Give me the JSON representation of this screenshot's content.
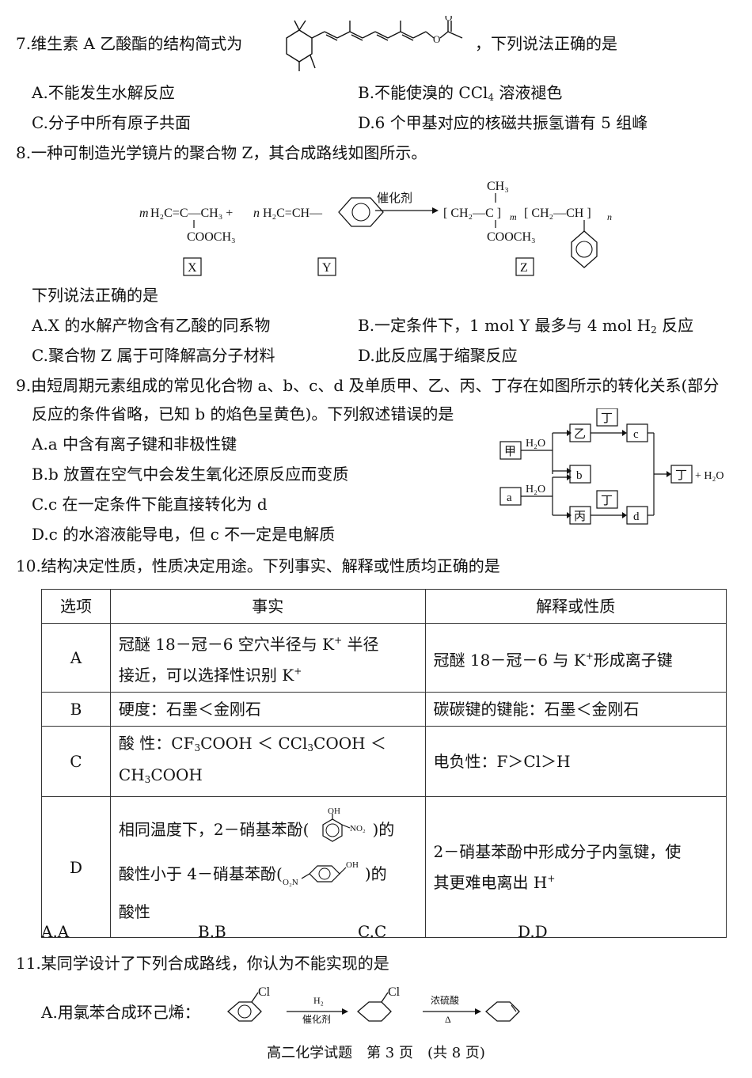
{
  "q7": {
    "stem_a": "7.维生素 A 乙酸酯的结构简式为",
    "stem_b": "，下列说法正确的是",
    "structure_label": "vitamin-A-acetate-structure",
    "a": "A.不能发生水解反应",
    "b_pre": "B.不能使溴的 CCl",
    "b_sub": "4",
    "b_post": " 溶液褪色",
    "c": "C.分子中所有原子共面",
    "d": "D.6 个甲基对应的核磁共振氢谱有 5 组峰"
  },
  "q8": {
    "stem": "8.一种可制造光学镜片的聚合物 Z，其合成路线如图所示。",
    "scheme": {
      "m": "m",
      "n": "n",
      "x_main": "H₂C=C—CH₃ +",
      "x_sub": "COOCH₃",
      "y_main": "H₂C=CH—",
      "catalyst": "催化剂",
      "z_left": "[ CH₂—C ]",
      "z_ch3": "CH₃",
      "z_cooch3": "COOCH₃",
      "z_right": "[ CH₂—CH ]",
      "label_x": "X",
      "label_y": "Y",
      "label_z": "Z"
    },
    "prompt": "下列说法正确的是",
    "a": "A.X 的水解产物含有乙酸的同系物",
    "b_pre": "B.一定条件下，1 mol Y 最多与 4 mol H",
    "b_sub": "2",
    "b_post": " 反应",
    "c": "C.聚合物 Z 属于可降解高分子材料",
    "d": "D.此反应属于缩聚反应"
  },
  "q9": {
    "stem1": "9.由短周期元素组成的常见化合物 a、b、c、d 及单质甲、乙、丙、丁存在如图所示的转化关系(部分",
    "stem2": "反应的条件省略，已知 b 的焰色呈黄色)。下列叙述错误的是",
    "a": "A.a 中含有离子键和非极性键",
    "b": "B.b 放置在空气中会发生氧化还原反应而变质",
    "c": "C.c 在一定条件下能直接转化为 d",
    "d": "D.c 的水溶液能导电，但 c 不一定是电解质",
    "diagram": {
      "jia": "甲",
      "a": "a",
      "h2o_1": "H₂O",
      "h2o_2": "H₂O",
      "yi": "乙",
      "bing": "丙",
      "b": "b",
      "c": "c",
      "d": "d",
      "ding1": "丁",
      "ding2": "丁",
      "ding3": "丁",
      "plus_h2o": "+ H₂O"
    }
  },
  "q10": {
    "stem": "10.结构决定性质，性质决定用途。下列事实、解释或性质均正确的是",
    "headers": [
      "选项",
      "事实",
      "解释或性质"
    ],
    "rows": [
      {
        "opt": "A",
        "fact1": "冠醚 18－冠－6 空穴半径与 K",
        "fact1_sup": "+",
        "fact1_post": " 半径",
        "fact2": "接近，可以选择性识别 K",
        "fact2_sup": "+",
        "exp_pre": "冠醚 18－冠－6 与 K",
        "exp_sup": "+",
        "exp_post": "形成离子键"
      },
      {
        "opt": "B",
        "fact": "硬度：石墨＜金刚石",
        "exp": "碳碳键的键能：石墨＜金刚石"
      },
      {
        "opt": "C",
        "fact1_a": "酸 性：CF",
        "fact1_s1": "3",
        "fact1_b": "COOH ＜ CCl",
        "fact1_s2": "3",
        "fact1_c": "COOH ＜",
        "fact2_a": "CH",
        "fact2_s": "3",
        "fact2_b": "COOH",
        "exp": "电负性：F＞Cl＞H"
      },
      {
        "opt": "D",
        "fact1_a": "相同温度下，2－硝基苯酚(",
        "fact1_b": ")的",
        "fact2_a": "酸性小于 4－硝基苯酚(",
        "fact2_b": ")的",
        "fact3": "酸性",
        "exp1": "2－硝基苯酚中形成分子内氢键，使",
        "exp2_pre": "其更难电离出 H",
        "exp2_sup": "+",
        "oh": "OH",
        "no2": "NO₂",
        "o2n": "O₂N"
      }
    ],
    "choices": [
      "A.A",
      "B.B",
      "C.C",
      "D.D"
    ]
  },
  "q11": {
    "stem": "11.某同学设计了下列合成路线，你认为不能实现的是",
    "a_label": "A.用氯苯合成环己烯：",
    "cl1": "Cl",
    "cl2": "Cl",
    "step1_top": "H₂",
    "step1_bottom": "催化剂",
    "step2_top": "浓硫酸",
    "step2_bottom": "Δ"
  },
  "footer": "高二化学试题　第 3 页　(共 8 页)"
}
